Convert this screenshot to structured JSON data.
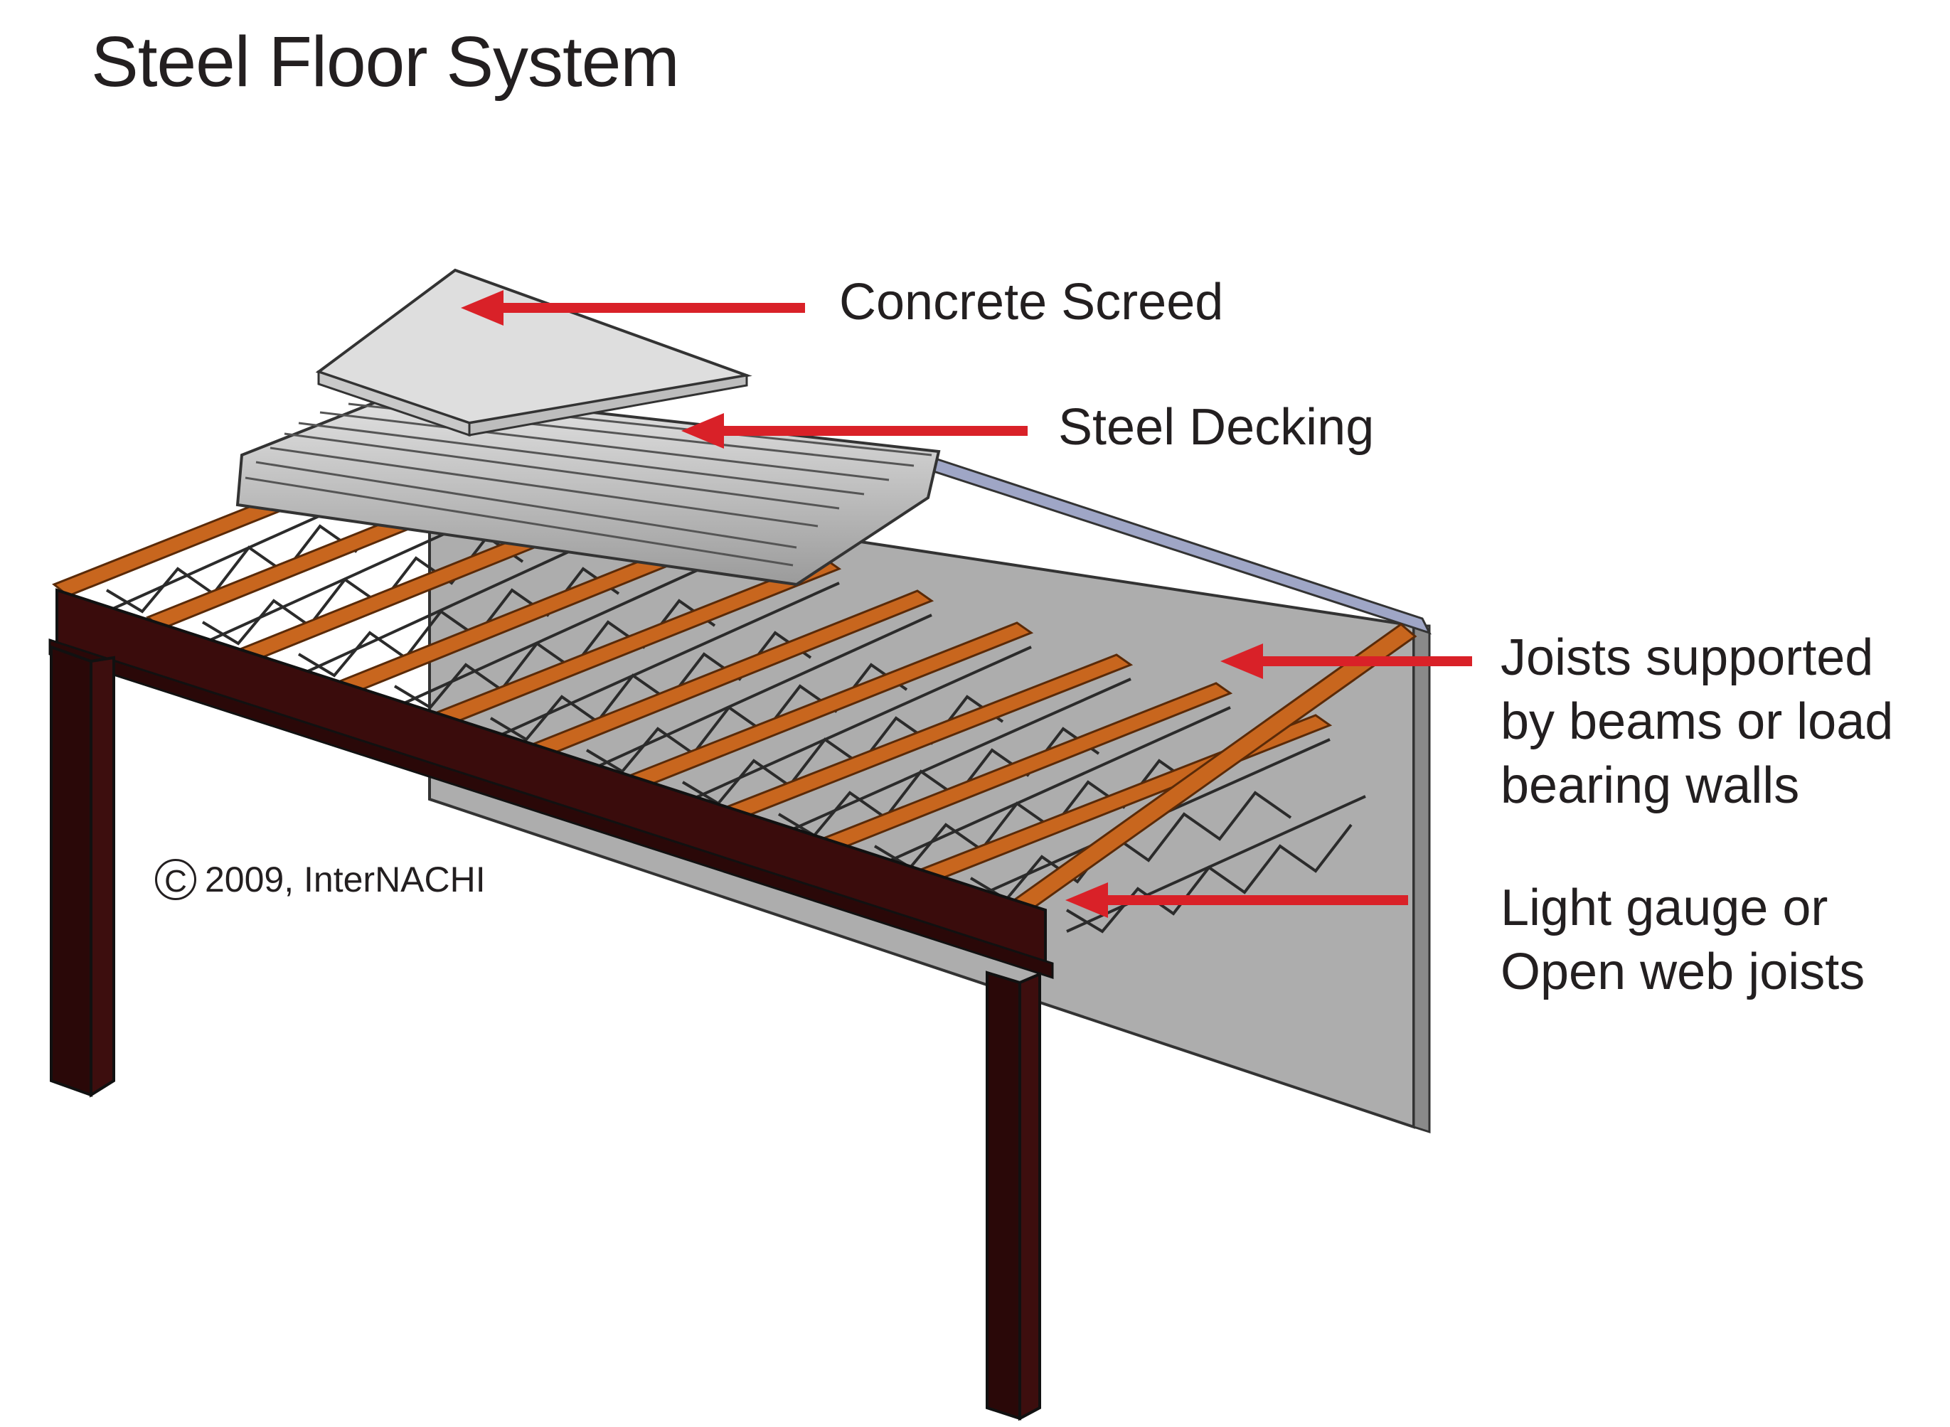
{
  "title": "Steel Floor System",
  "labels": {
    "concrete_screed": "Concrete Screed",
    "steel_decking": "Steel Decking",
    "joists_line1": "Joists supported",
    "joists_line2": "by beams or load",
    "joists_line3": "bearing walls",
    "light_line1": "Light gauge or",
    "light_line2": "Open web joists"
  },
  "copyright": {
    "symbol": "C",
    "text": "2009, InterNACHI"
  },
  "colors": {
    "arrow": "#d92128",
    "joist": "#c8661e",
    "joist_edge": "#7a3a0c",
    "beam": "#3a0c0c",
    "wall": "#aeaeae",
    "wall_top": "#9fa6c6",
    "decking": "#c9c9c9",
    "screed": "#dedede"
  }
}
